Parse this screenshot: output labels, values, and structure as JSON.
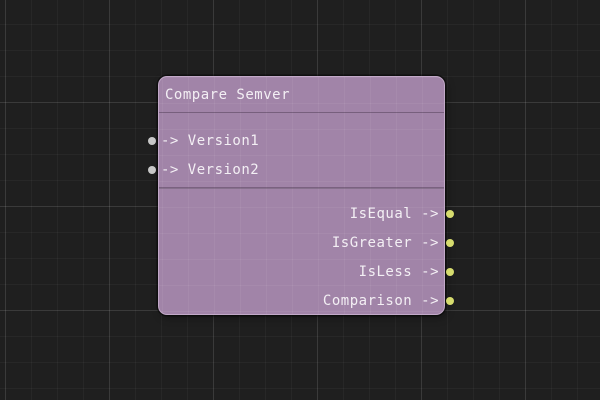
{
  "canvas": {
    "background_color": "#1f1f1f",
    "grid_line_color": "#2e2e2e"
  },
  "node": {
    "title": "Compare Semver",
    "body_color": "#a184a8",
    "border_color": "#c2a9c8",
    "input_port_color": "#c7c7c7",
    "output_port_color": "#d6dc6e",
    "inputs": [
      {
        "label": "-> Version1",
        "name": "Version1"
      },
      {
        "label": "-> Version2",
        "name": "Version2"
      }
    ],
    "outputs": [
      {
        "label": "IsEqual ->",
        "name": "IsEqual"
      },
      {
        "label": "IsGreater ->",
        "name": "IsGreater"
      },
      {
        "label": "IsLess ->",
        "name": "IsLess"
      },
      {
        "label": "Comparison ->",
        "name": "Comparison"
      }
    ]
  }
}
